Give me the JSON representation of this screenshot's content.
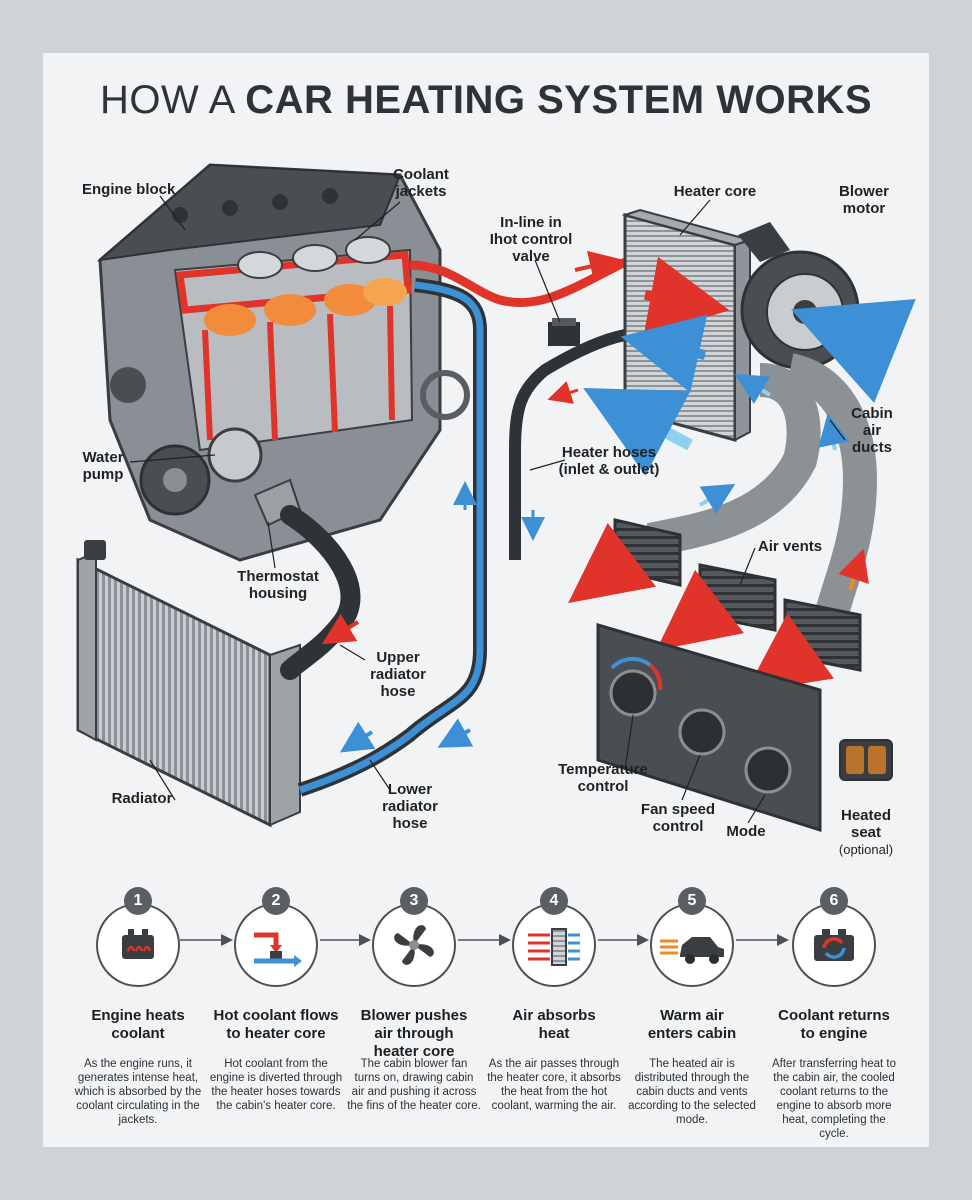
{
  "title": {
    "light": "HOW A ",
    "bold": "CAR HEATING SYSTEM WORKS"
  },
  "labels": {
    "engine_block": "Engine block",
    "coolant_jackets": "Coolant\njackets",
    "inline_valve": "In-line in\nIhot control\nvalve",
    "heater_core": "Heater core",
    "blower_motor": "Blower\nmotor",
    "water_pump": "Water\npump",
    "heater_hoses": "Heater hoses\n(inlet & outlet)",
    "cabin_air_ducts": "Cabin\nair\nducts",
    "thermostat_housing": "Thermostat\nhousing",
    "air_vents": "Air vents",
    "upper_radiator_hose": "Upper\nradiator\nhose",
    "radiator": "Radiator",
    "temperature_control": "Temperature\ncontrol",
    "lower_radiator_hose": "Lower\nradiator\nhose",
    "fan_speed_control": "Fan speed\ncontrol",
    "mode": "Mode",
    "heated_seat": "Heated\nseat",
    "heated_seat_optional": "(optional)"
  },
  "colors": {
    "hot": "#e0342b",
    "cold": "#3d8fd6",
    "warm_air": "#f08a24",
    "cool_air": "#8fd0ef",
    "metal": "#6f747a",
    "dark": "#3a3d41"
  },
  "steps": [
    {
      "number": "1",
      "icon": "engine-icon",
      "title": "Engine heats\ncoolant",
      "description": "As the engine runs, it generates intense heat, which is absorbed by the coolant circulating in the jackets."
    },
    {
      "number": "2",
      "icon": "valve-flow-icon",
      "title": "Hot coolant flows\nto heater core",
      "description": "Hot coolant from the engine is diverted through the heater hoses towards the cabin's heater core."
    },
    {
      "number": "3",
      "icon": "fan-icon",
      "title": "Blower pushes\nair through\nheater core",
      "description": "The cabin blower fan turns on, drawing cabin air and pushing it across the fins of the heater core."
    },
    {
      "number": "4",
      "icon": "heater-core-icon",
      "title": "Air absorbs\nheat",
      "description": "As the air passes through the heater core, it absorbs the heat from the hot coolant, warming the air."
    },
    {
      "number": "5",
      "icon": "car-icon",
      "title": "Warm air\nenters cabin",
      "description": "The heated air is distributed through the cabin ducts and vents according to the selected mode."
    },
    {
      "number": "6",
      "icon": "coolant-return-icon",
      "title": "Coolant returns\nto engine",
      "description": "After transferring heat to the cabin air, the cooled coolant returns to the engine to absorb more heat, completing the cycle."
    }
  ]
}
